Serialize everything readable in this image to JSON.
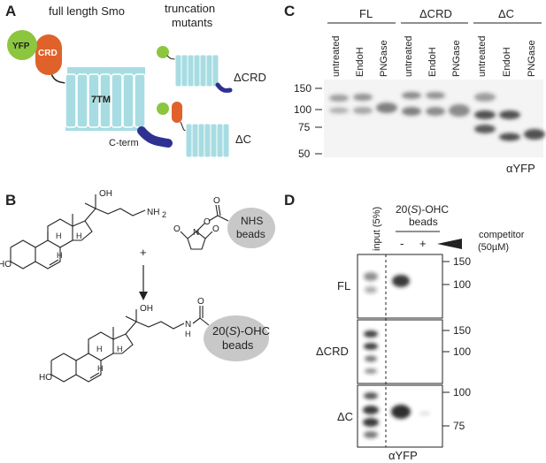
{
  "panel_a": {
    "label": "A",
    "title_full": "full length Smo",
    "title_trunc_line1": "truncation",
    "title_trunc_line2": "mutants",
    "yfp": "YFP",
    "crd": "CRD",
    "tm": "7TM",
    "cterm": "C-term",
    "dcrd": "ΔCRD",
    "dc": "ΔC",
    "colors": {
      "yfp": "#8cc63f",
      "crd": "#e0622b",
      "tm": "#a7dde2",
      "cterm": "#2e3192"
    }
  },
  "panel_b": {
    "label": "B",
    "oh": "OH",
    "nh2": "NH",
    "nh2_sub": "2",
    "ho": "HO",
    "h_labels": [
      "H",
      "H",
      "H"
    ],
    "plus": "+",
    "nhs_line1": "NHS",
    "nhs_line2": "beads",
    "n": "N",
    "o_atoms": [
      "O",
      "O",
      "O",
      "O"
    ],
    "amide_o": "O",
    "amide_nh": "N",
    "amide_h": "H",
    "ohc_line1_pre": "20(",
    "ohc_line1_italic": "S",
    "ohc_line1_post": ")-OHC",
    "ohc_line2": "beads"
  },
  "panel_c": {
    "label": "C",
    "groups": [
      "FL",
      "ΔCRD",
      "ΔC"
    ],
    "lanes": [
      "untreated",
      "EndoH",
      "PNGase",
      "untreated",
      "EndoH",
      "PNGase",
      "untreated",
      "EndoH",
      "PNGase"
    ],
    "markers": [
      "150",
      "100",
      "75",
      "50"
    ],
    "antibody": "αYFP"
  },
  "panel_d": {
    "label": "D",
    "input": "input (5%)",
    "beads_line1_pre": "20(",
    "beads_line1_italic": "S",
    "beads_line1_post": ")-OHC",
    "beads_line2": "beads",
    "minus": "-",
    "plus": "+",
    "competitor_line1": "competitor",
    "competitor_line2": "(50µM)",
    "rows": [
      "FL",
      "ΔCRD",
      "ΔC"
    ],
    "markers_fl": [
      "150",
      "100"
    ],
    "markers_dcrd": [
      "150",
      "100"
    ],
    "markers_dc": [
      "100",
      "75"
    ],
    "antibody": "αYFP"
  }
}
